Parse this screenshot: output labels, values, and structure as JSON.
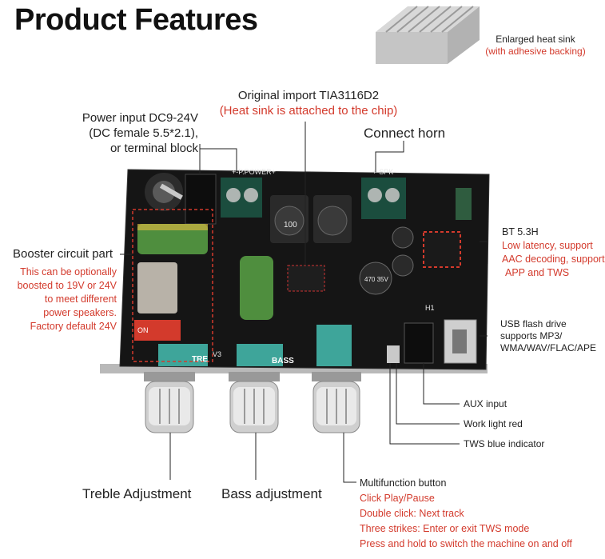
{
  "title": "Product Features",
  "heat_sink": {
    "line1": "Enlarged heat sink",
    "line2": "(with adhesive backing)"
  },
  "chip": {
    "line1": "Original import TIA3116D2",
    "line2": "(Heat sink is attached to the chip)"
  },
  "power": {
    "line1": "Power input DC9-24V",
    "line2": "(DC female 5.5*2.1),",
    "line3": "or terminal block"
  },
  "horn": {
    "label": "Connect horn"
  },
  "booster": {
    "heading": "Booster circuit part",
    "lines": [
      "This can be optionally",
      "boosted to 19V or 24V",
      "to meet different",
      "power speakers.",
      "Factory default 24V"
    ]
  },
  "bt": {
    "heading": "BT 5.3H",
    "lines": [
      "Low latency, support",
      "AAC decoding, support",
      "APP and TWS"
    ]
  },
  "usb": {
    "lines": [
      "USB flash drive",
      "supports MP3/",
      "WMA/WAV/FLAC/APE"
    ]
  },
  "aux": {
    "label": "AUX input"
  },
  "work_light": {
    "label": "Work light red"
  },
  "tws": {
    "label": "TWS blue indicator"
  },
  "treble": {
    "label": "Treble Adjustment"
  },
  "bass": {
    "label": "Bass adjustment"
  },
  "multifunction": {
    "heading": "Multifunction button",
    "lines": [
      "Click Play/Pause",
      "Double click: Next track",
      "Three strikes: Enter or exit TWS mode",
      "Press and hold to switch the machine on and off"
    ]
  },
  "board_silk": {
    "power_term": "+-P.POWER+",
    "spk_term": "+-SPK-",
    "tre": "TRE",
    "bass": "BASS",
    "v3": "V3",
    "on": "ON",
    "cap_mark": "470 35V",
    "inductor_mark": "100",
    "h1": "H1"
  },
  "colors": {
    "accent": "#d33a2c",
    "board": "#151515",
    "line": "#222222"
  }
}
